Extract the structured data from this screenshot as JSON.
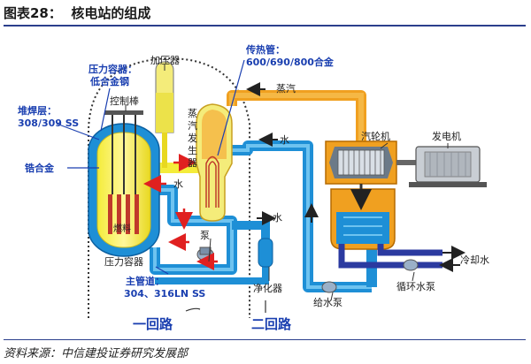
{
  "header": {
    "title": "图表28：  核电站的组成"
  },
  "footer": {
    "source": "资料来源：中信建投证券研究发展部"
  },
  "labels": {
    "pressurizer": "加压器",
    "vessel_material_1": "压力容器：",
    "vessel_material_2": "低合金钢",
    "control_rod": "控制棒",
    "cladding_1": "堆焊层：",
    "cladding_2": "308/309 SS",
    "zirc": "锆合金",
    "fuel": "燃料",
    "pressure_vessel": "压力容器",
    "sg_1": "蒸",
    "sg_2": "汽",
    "sg_3": "发",
    "sg_4": "生",
    "sg_5": "器",
    "heat_tube_1": "传热管：",
    "heat_tube_2": "600/690/800合金",
    "steam": "蒸汽",
    "water_1": "水",
    "water_2": "水",
    "water_3": "水",
    "turbine": "汽轮机",
    "generator": "发电机",
    "pump": "泵",
    "main_pipe_1": "主管道：",
    "main_pipe_2": "304、316LN SS",
    "purifier": "净化器",
    "feed_pump": "给水泵",
    "circ_pump": "循环水泵",
    "cooling_water": "冷却水",
    "primary_loop": "一回路",
    "secondary_loop": "二回路"
  },
  "colors": {
    "pipe_blue": "#1e8fd6",
    "pipe_orange": "#f0a020",
    "pipe_yellow": "#f4ec7a",
    "fuel_red": "#c0392b",
    "label_blue": "#1a3fb0",
    "arrow_red": "#e02020"
  }
}
